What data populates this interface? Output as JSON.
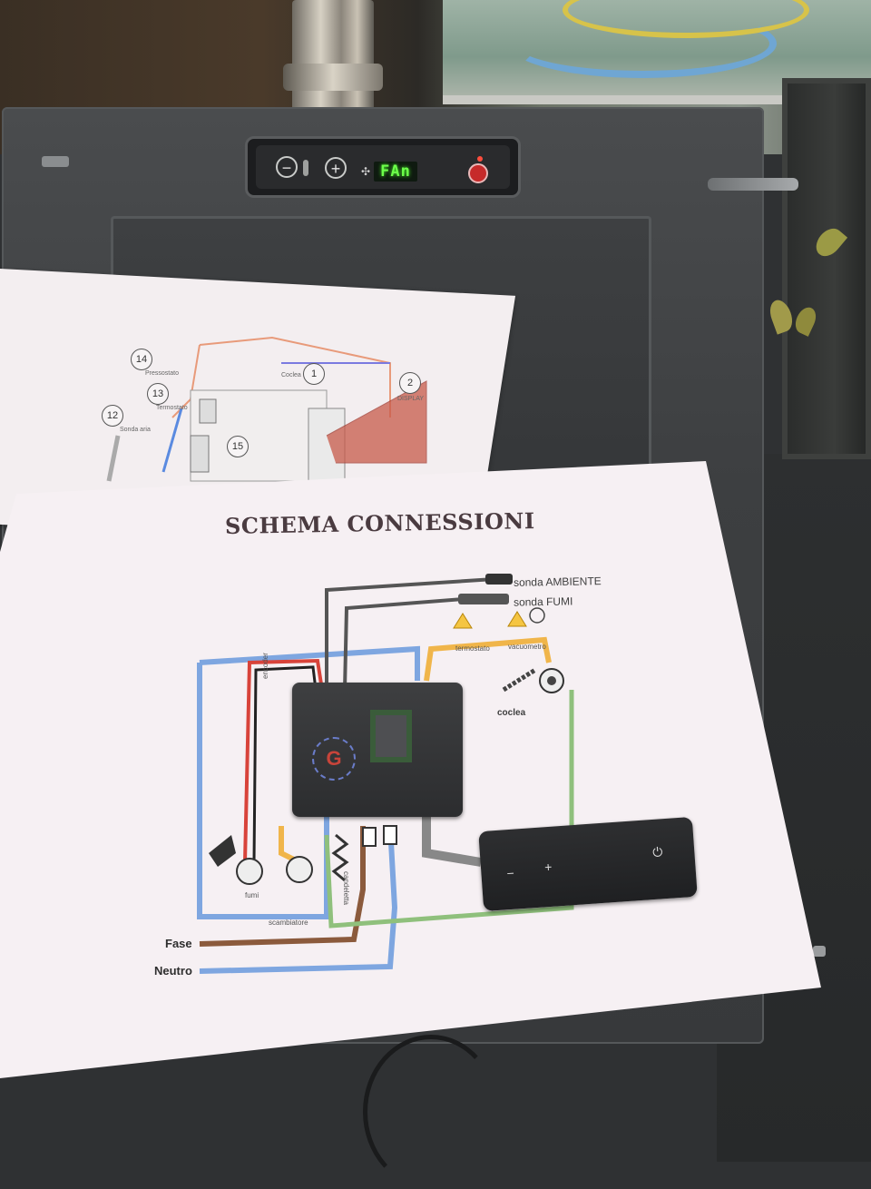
{
  "stove_panel": {
    "display_text": "FAn",
    "minus_symbol": "−",
    "plus_symbol": "+"
  },
  "back_sheet": {
    "numbers": [
      "14",
      "13",
      "12",
      "1",
      "2",
      "15"
    ],
    "labels": {
      "l14": "Pressostato",
      "l13": "Termostato",
      "l12": "Sonda aria",
      "l1": "Coclea",
      "l2": "DISPLAY"
    }
  },
  "front_sheet": {
    "title": "SCHEMA CONNESSIONI",
    "labels": {
      "sonda_ambiente": "sonda AMBIENTE",
      "sonda_fumi": "sonda FUMI",
      "termostato": "termostato",
      "vacuometro": "vacuometro",
      "coclea": "coclea",
      "encoder": "encoder",
      "fumi": "fumi",
      "scambiatore": "scambiatore",
      "candeletta": "candeletta",
      "fase": "Fase",
      "neutro": "Neutro"
    },
    "wire_colors": {
      "neutro": "#7ea6e0",
      "fase": "#8b5a3c",
      "ground": "#8fc07c",
      "signal": "#f0b54a",
      "encoder": "#d8433a",
      "probe": "#555555"
    }
  }
}
